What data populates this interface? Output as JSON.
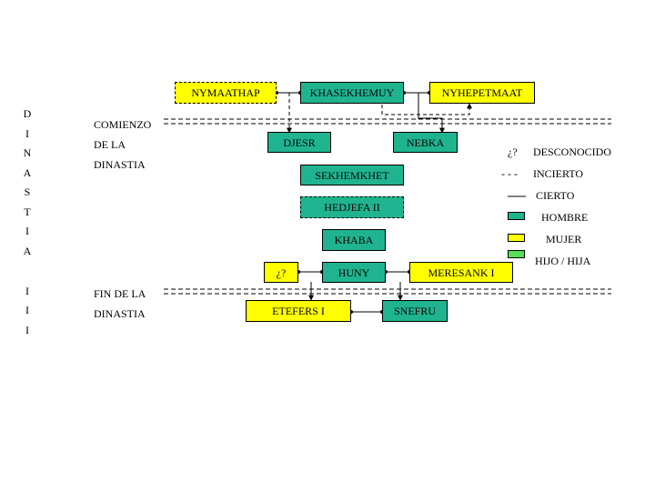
{
  "vertical_letters": [
    "D",
    "I",
    "N",
    "A",
    "S",
    "T",
    "I",
    "A",
    "I",
    "I",
    "I"
  ],
  "labels": {
    "comienzo": "COMIENZO",
    "de_la": "DE  LA",
    "dinastia_top": "DINASTIA",
    "fin_de_la": "FIN DE  LA",
    "dinastia_bottom": "DINASTIA"
  },
  "people": {
    "nymaathap": "NYMAATHAP",
    "khasekhemuy": "KHASEKHEMUY",
    "nyhepetmaat": "NYHEPETMAAT",
    "djesr": "DJESR",
    "nebka": "NEBKA",
    "sekhemkhet": "SEKHEMKHET",
    "hedjefa": "HEDJEFA  II",
    "khaba": "KHABA",
    "unknown": "¿?",
    "huny": "HUNY",
    "meresank": "MERESANK  I",
    "etefers": "ETEFERS  I",
    "snefru": "SNEFRU"
  },
  "legend": {
    "unknown_symbol": "¿?",
    "unknown_label": "DESCONOCIDO",
    "uncertain_symbol": "- - -",
    "uncertain_label": "INCIERTO",
    "certain_label": "CIERTO",
    "male_label": "HOMBRE",
    "female_label": "MUJER",
    "child_label": "HIJO / HIJA"
  },
  "colors": {
    "male": "#1fb48f",
    "female": "#ffff00",
    "child": "#55e055"
  }
}
